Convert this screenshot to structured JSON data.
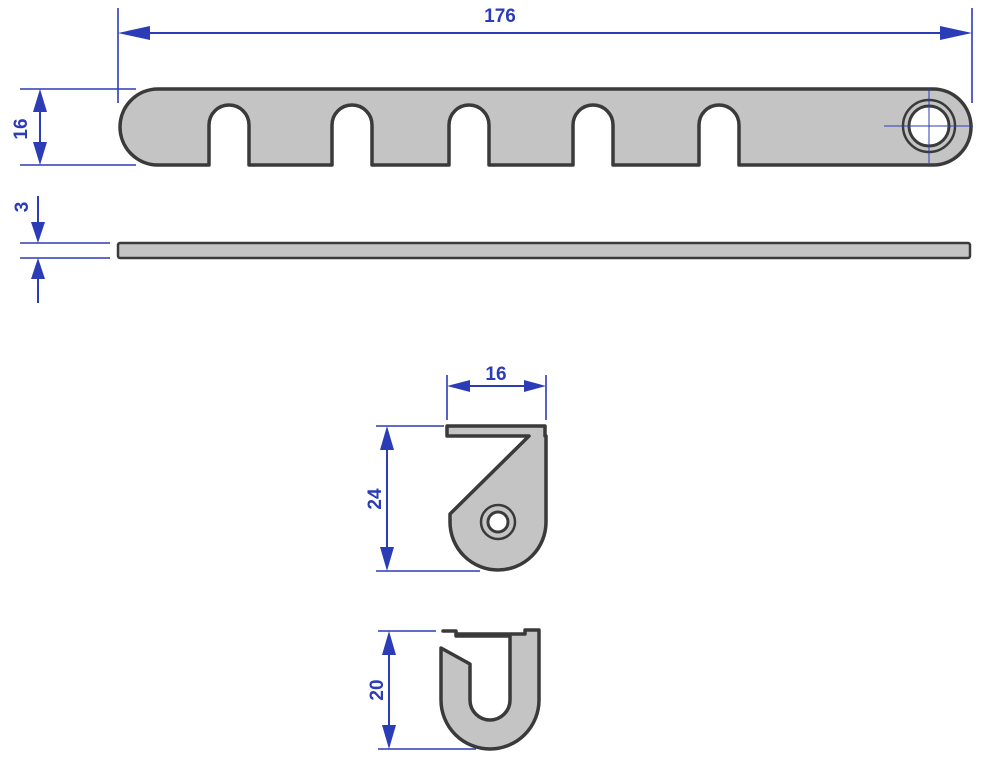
{
  "dimensions": {
    "stay_length": "176",
    "stay_height": "16",
    "stay_thickness": "3",
    "bracket_width": "16",
    "bracket_height": "24",
    "catch_height": "20"
  },
  "colors": {
    "dimension": "#2b3cb6",
    "part_fill": "#c4c4c4",
    "outline": "#3a3a3a"
  }
}
